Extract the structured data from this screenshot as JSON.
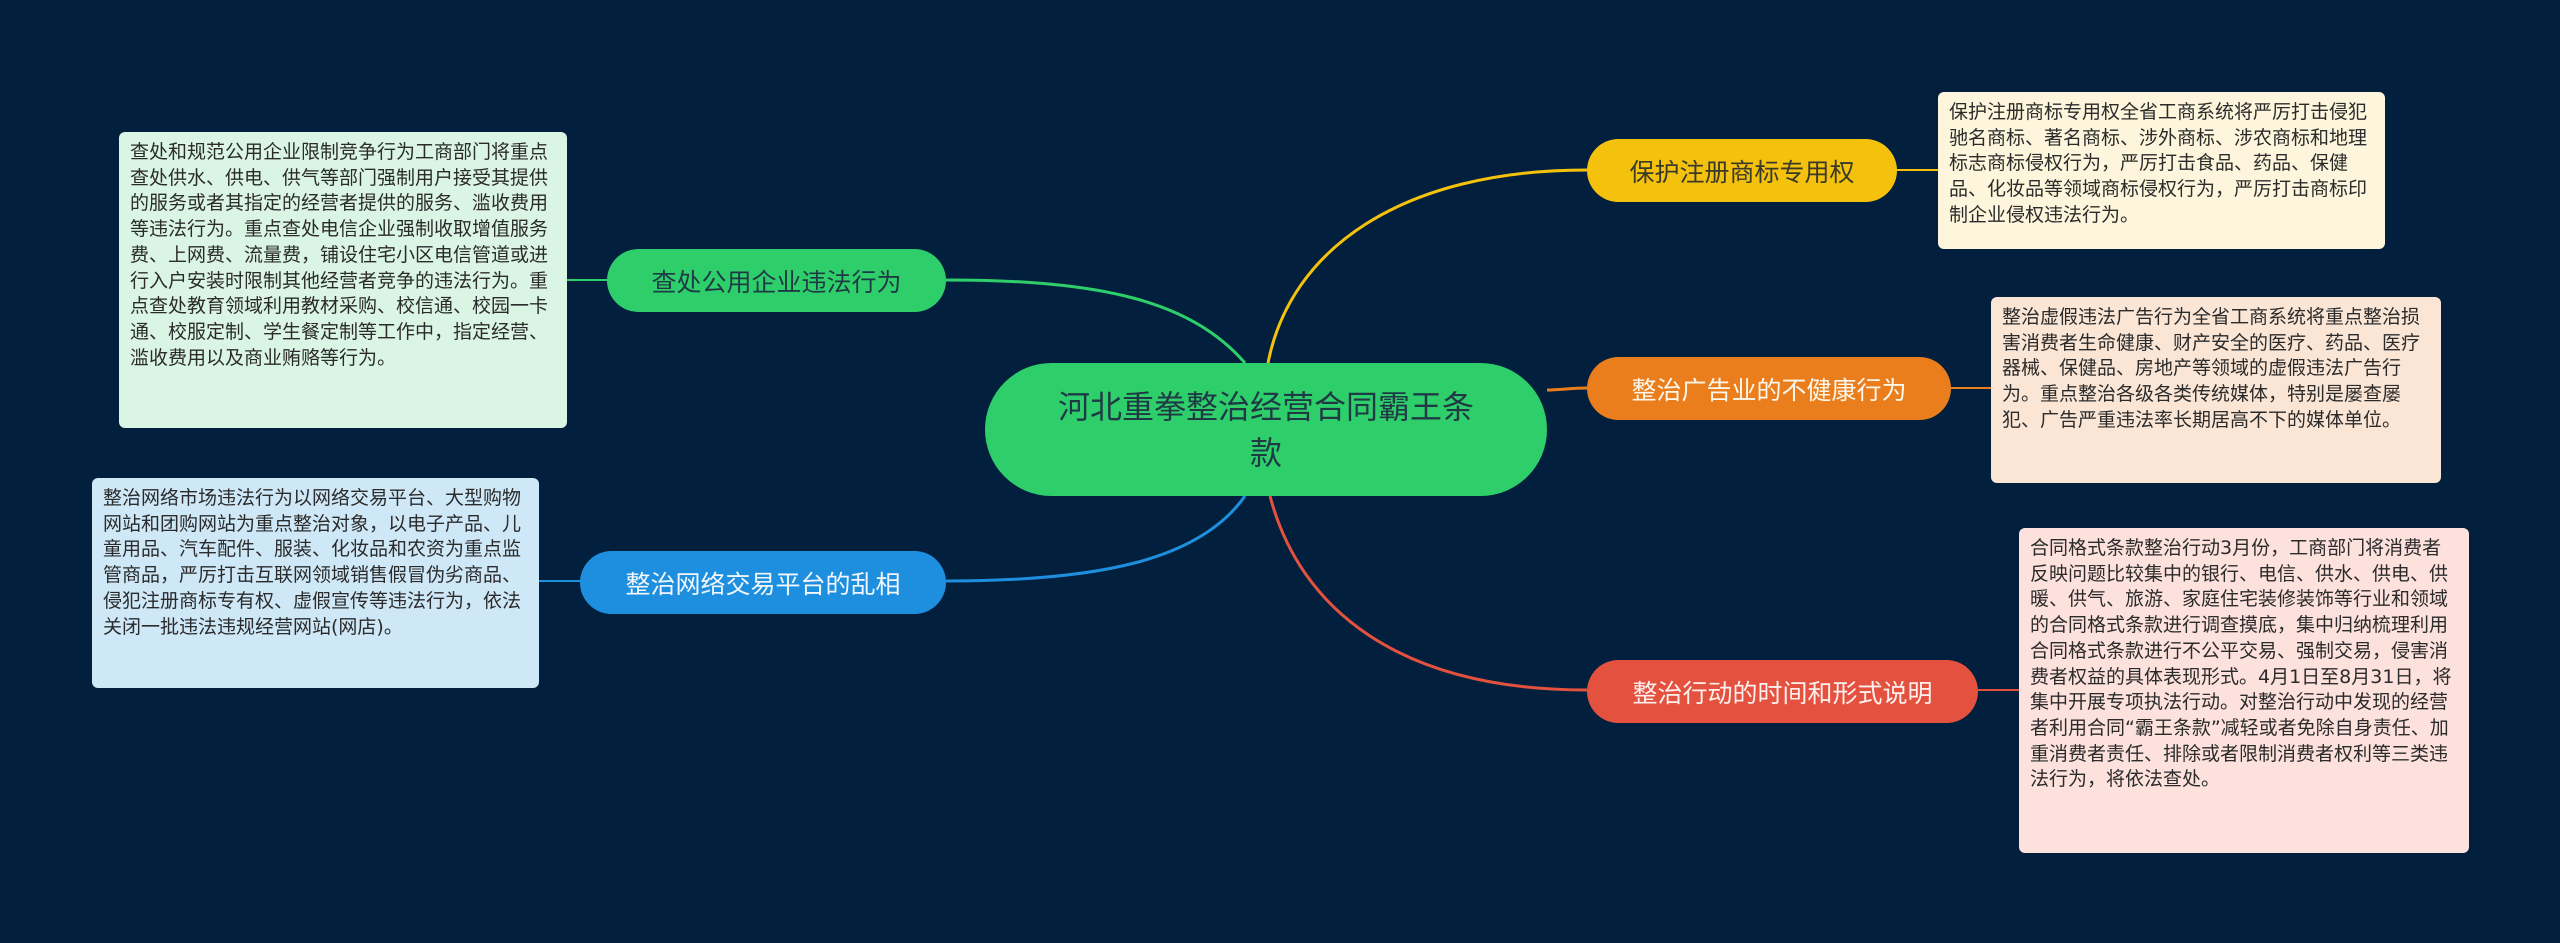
{
  "center": {
    "title": "河北重拳整治经营合同霸王条款"
  },
  "colors": {
    "background": "#02203d",
    "center": "#2ecf6b",
    "yellow": "#f4c20d",
    "orange": "#ea7e1d",
    "red": "#e4523f",
    "green": "#2ecf6b",
    "blue": "#1e8fde"
  },
  "branches": {
    "trademark": {
      "label": "保护注册商标专用权",
      "note": "保护注册商标专用权全省工商系统将严厉打击侵犯驰名商标、著名商标、涉外商标、涉农商标和地理标志商标侵权行为，严厉打击食品、药品、保健品、化妆品等领域商标侵权行为，严厉打击商标印制企业侵权违法行为。"
    },
    "advertising": {
      "label": "整治广告业的不健康行为",
      "note": "整治虚假违法广告行为全省工商系统将重点整治损害消费者生命健康、财产安全的医疗、药品、医疗器械、保健品、房地产等领域的虚假违法广告行为。重点整治各级各类传统媒体，特别是屡查屡犯、广告严重违法率长期居高不下的媒体单位。"
    },
    "timing": {
      "label": "整治行动的时间和形式说明",
      "note": "合同格式条款整治行动3月份，工商部门将消费者反映问题比较集中的银行、电信、供水、供电、供暖、供气、旅游、家庭住宅装修装饰等行业和领域的合同格式条款进行调查摸底，集中归纳梳理利用合同格式条款进行不公平交易、强制交易，侵害消费者权益的具体表现形式。4月1日至8月31日，将集中开展专项执法行动。对整治行动中发现的经营者利用合同“霸王条款”减轻或者免除自身责任、加重消费者责任、排除或者限制消费者权利等三类违法行为，将依法查处。"
    },
    "utility": {
      "label": "查处公用企业违法行为",
      "note": "查处和规范公用企业限制竞争行为工商部门将重点查处供水、供电、供气等部门强制用户接受其提供的服务或者其指定的经营者提供的服务、滥收费用等违法行为。重点查处电信企业强制收取增值服务费、上网费、流量费，铺设住宅小区电信管道或进行入户安装时限制其他经营者竞争的违法行为。重点查处教育领域利用教材采购、校信通、校园一卡通、校服定制、学生餐定制等工作中，指定经营、滥收费用以及商业贿赂等行为。"
    },
    "online": {
      "label": "整治网络交易平台的乱相",
      "note": "整治网络市场违法行为以网络交易平台、大型购物网站和团购网站为重点整治对象，以电子产品、儿童用品、汽车配件、服装、化妆品和农资为重点监管商品，严厉打击互联网领域销售假冒伪劣商品、侵犯注册商标专有权、虚假宣传等违法行为，依法关闭一批违法违规经营网站(网店)。"
    }
  }
}
